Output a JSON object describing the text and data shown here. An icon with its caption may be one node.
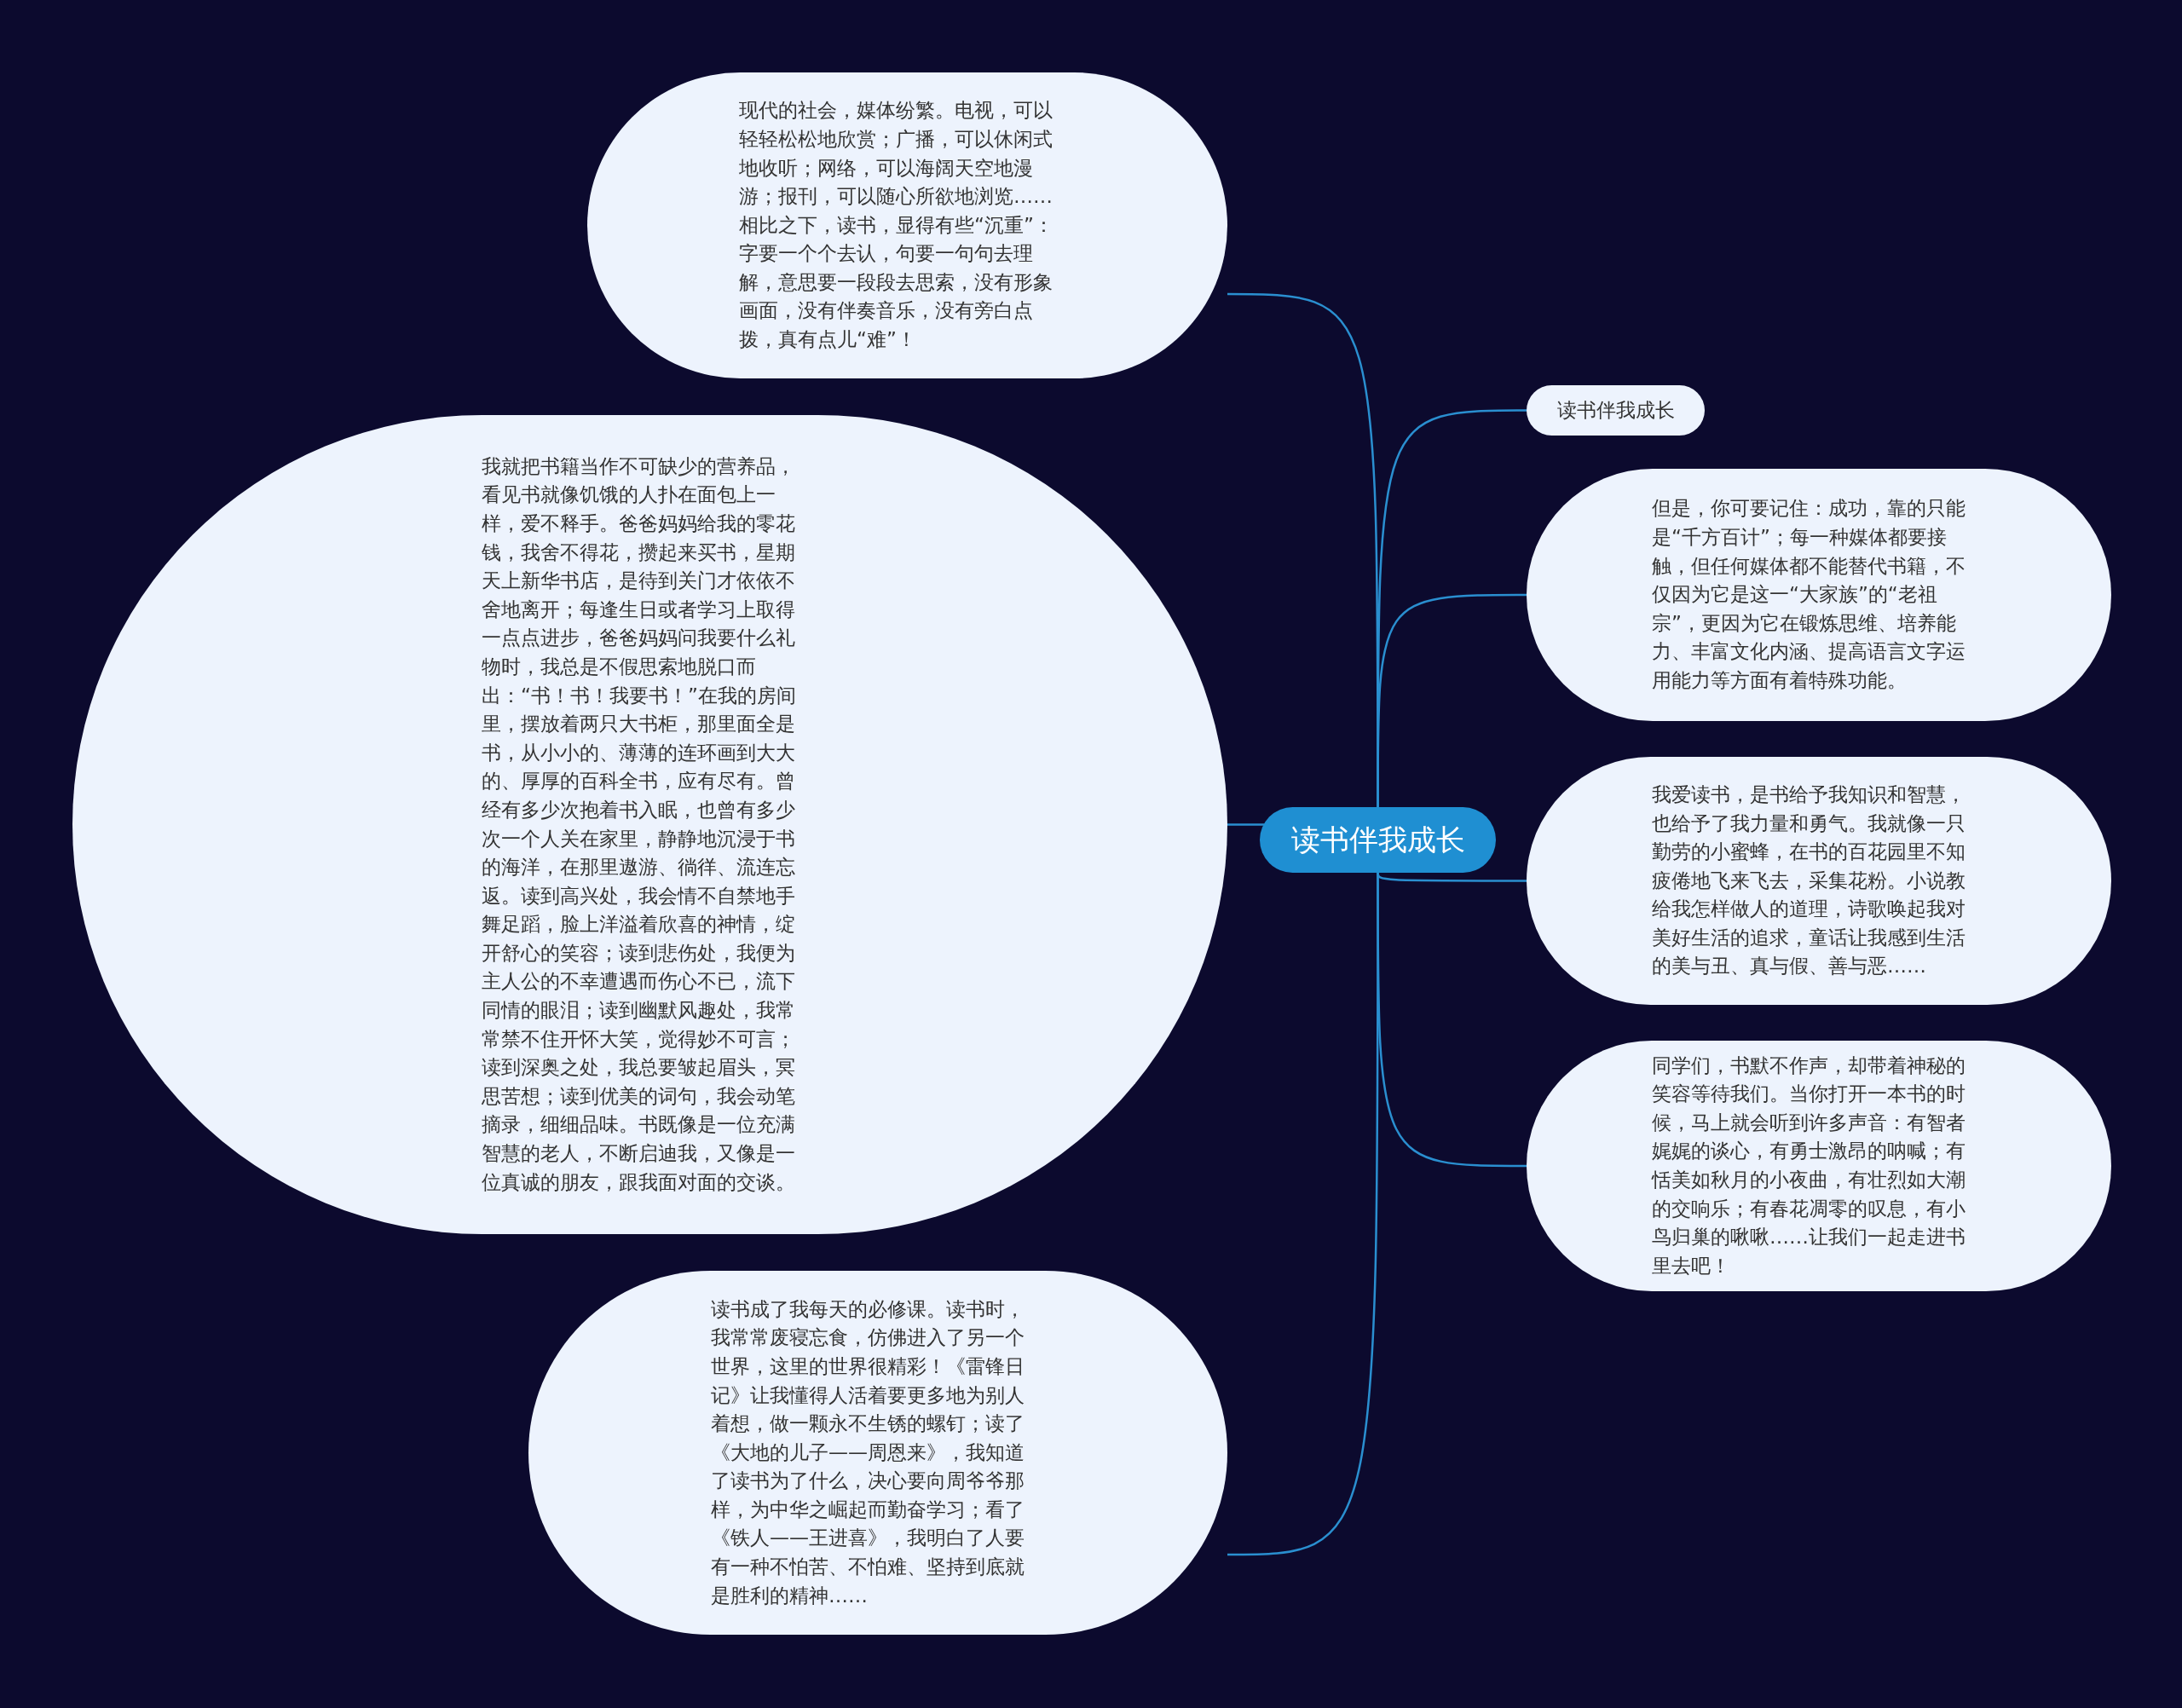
{
  "diagram": {
    "nodes": [
      {
        "text": [
          "读书伴我成长"
        ]
      },
      {
        "text": [
          "现代的社会，媒体纷繁。电视，可以轻轻松松地欣赏；广播，可以休闲式地收听；网络，可以海阔天空地漫游；报刊，可以随心所欲地浏览……相比之下，读书，显得有些“沉重”：字要一个个去认，句要一句句去理解，意思要一段段去思索，没有形象画面，没有伴奏音乐，没有旁白点拨，真有点儿“难”！"
        ]
      },
      {
        "text": [
          "我就把书籍当作不可缺少的营养品，看见书就像饥饿的人扑在面包上一样，爱不释手。爸爸妈妈给我的零花钱，我舍不得花，攒起来买书，星期天上新华书店，是待到关门才依依不舍地离开；每逢生日或者学习上取得一点点进步，爸爸妈妈问我要什么礼物时，我总是不假思索地脱口而出：“书！书！我要书！”在我的房间里，摆放着两只大书柜，那里面全是书，从小小的、薄薄的连环画到大大的、厚厚的百科全书，应有尽有。曾经有多少次抱着书入眠，也曾有多少次一个人关在家里，静静地沉浸于书的海洋，在那里遨游、徜徉、流连忘返。读到高兴处，我会情不自禁地手舞足蹈，脸上洋溢着欣喜的神情，绽开舒心的笑容；读到悲伤处，我便为主人公的不幸遭遇而伤心不已，流下同情的眼泪；读到幽默风趣处，我常常禁不住开怀大笑，觉得妙不可言；读到深奥之处，我总要皱起眉头，冥思苦想；读到优美的词句，我会动笔摘录，细细品味。书既像是一位充满智慧的老人，不断启迪我，又像是一位真诚的朋友，跟我面对面的交谈。"
        ]
      },
      {
        "text": [
          "读书成了我每天的必修课。读书时，我常常废寝忘食，仿佛进入了另一个世界，这里的世界很精彩！《雷锋日记》让我懂得人活着要更多地为别人着想，做一颗永不生锈的螺钉；读了《大地的儿子——周恩来》，我知道了读书为了什么，决心要向周爷爷那样，为中华之崛起而勤奋学习；看了《铁人——王进喜》，我明白了人要有一种不怕苦、不怕难、坚持到底就是胜利的精神……"
        ]
      },
      {
        "text": [
          "读书伴我成长"
        ]
      },
      {
        "text": [
          "但是，你可要记住：成功，靠的只能是“千方百计”；每一种媒体都要接触，但任何媒体都不能替代书籍，不仅因为它是这一“大家族”的“老祖宗”，更因为它在锻炼思维、培养能力、丰富文化内涵、提高语言文字运用能力等方面有着特殊功能。"
        ]
      },
      {
        "text": [
          "我爱读书，是书给予我知识和智慧，也给予了我力量和勇气。我就像一只勤劳的小蜜蜂，在书的百花园里不知疲倦地飞来飞去，采集花粉。小说教给我怎样做人的道理，诗歌唤起我对美好生活的追求，童话让我感到生活的美与丑、真与假、善与恶……"
        ]
      },
      {
        "text": [
          "同学们，书默不作声，却带着神秘的笑容等待我们。当你打开一本书的时候，马上就会听到许多声音：有智者娓娓的谈心，有勇士激昂的呐喊；有恬美如秋月的小夜曲，有壮烈如大潮的交响乐；有春花凋零的叹息，有小鸟归巢的啾啾……让我们一起走进书里去吧！"
        ]
      }
    ],
    "edges": [
      {
        "from": 0,
        "to": 1,
        "arrow": "none"
      },
      {
        "from": 0,
        "to": 2,
        "arrow": "none"
      },
      {
        "from": 0,
        "to": 3,
        "arrow": "none"
      },
      {
        "from": 0,
        "to": 4,
        "arrow": "none"
      },
      {
        "from": 0,
        "to": 5,
        "arrow": "none"
      },
      {
        "from": 0,
        "to": 6,
        "arrow": "none"
      },
      {
        "from": 0,
        "to": 7,
        "arrow": "none"
      }
    ]
  }
}
